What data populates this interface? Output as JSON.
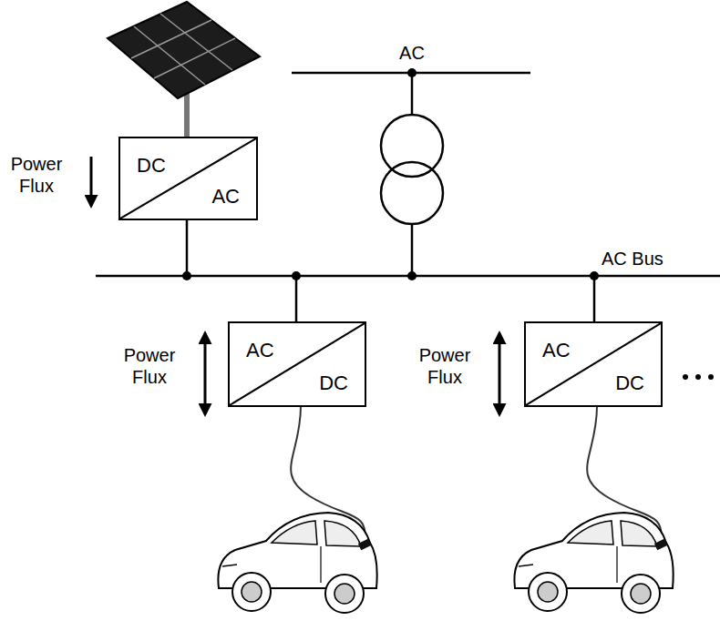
{
  "diagram": {
    "nodes": [
      {
        "text": [
          "DC",
          "AC"
        ]
      },
      {
        "text": [
          "AC",
          "DC"
        ]
      },
      {
        "text": [
          "AC",
          "DC"
        ]
      }
    ],
    "labels": [
      "AC",
      "Power Flux",
      "AC Bus",
      "Power Flux",
      "Power Flux"
    ]
  }
}
